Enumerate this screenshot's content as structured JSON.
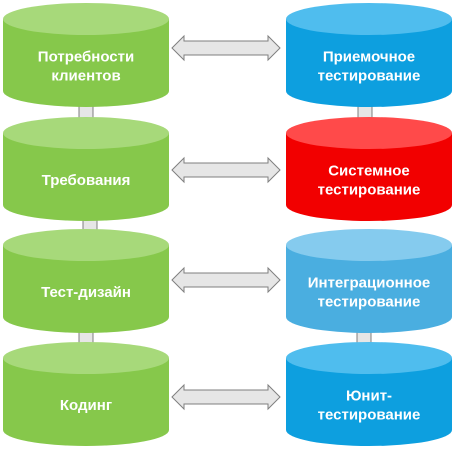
{
  "colors": {
    "green": "#86c84b",
    "green_top": "#a7d97a",
    "blue": "#0d9fdf",
    "blue_top": "#4fbdee",
    "light_blue": "#4aaee0",
    "light_blue_top": "#85cbee",
    "red": "#f20000",
    "red_top": "#ff4a4a",
    "arrow_fill": "#e6e6e6",
    "arrow_stroke": "#7f7f7f"
  },
  "left_column": [
    {
      "id": "customer-needs",
      "lines": [
        "Потребности",
        "клиентов"
      ]
    },
    {
      "id": "requirements",
      "lines": [
        "Требования"
      ]
    },
    {
      "id": "test-design",
      "lines": [
        "Тест-дизайн"
      ]
    },
    {
      "id": "coding",
      "lines": [
        "Кодинг"
      ]
    }
  ],
  "right_column": [
    {
      "id": "acceptance-testing",
      "lines": [
        "Приемочное",
        "тестирование"
      ],
      "color": "blue"
    },
    {
      "id": "system-testing",
      "lines": [
        "Системное",
        "тестирование"
      ],
      "color": "red"
    },
    {
      "id": "integration-testing",
      "lines": [
        "Интеграционное",
        "тестирование"
      ],
      "color": "light_blue"
    },
    {
      "id": "unit-testing",
      "lines": [
        "Юнит-",
        "тестирование"
      ],
      "color": "blue"
    }
  ]
}
